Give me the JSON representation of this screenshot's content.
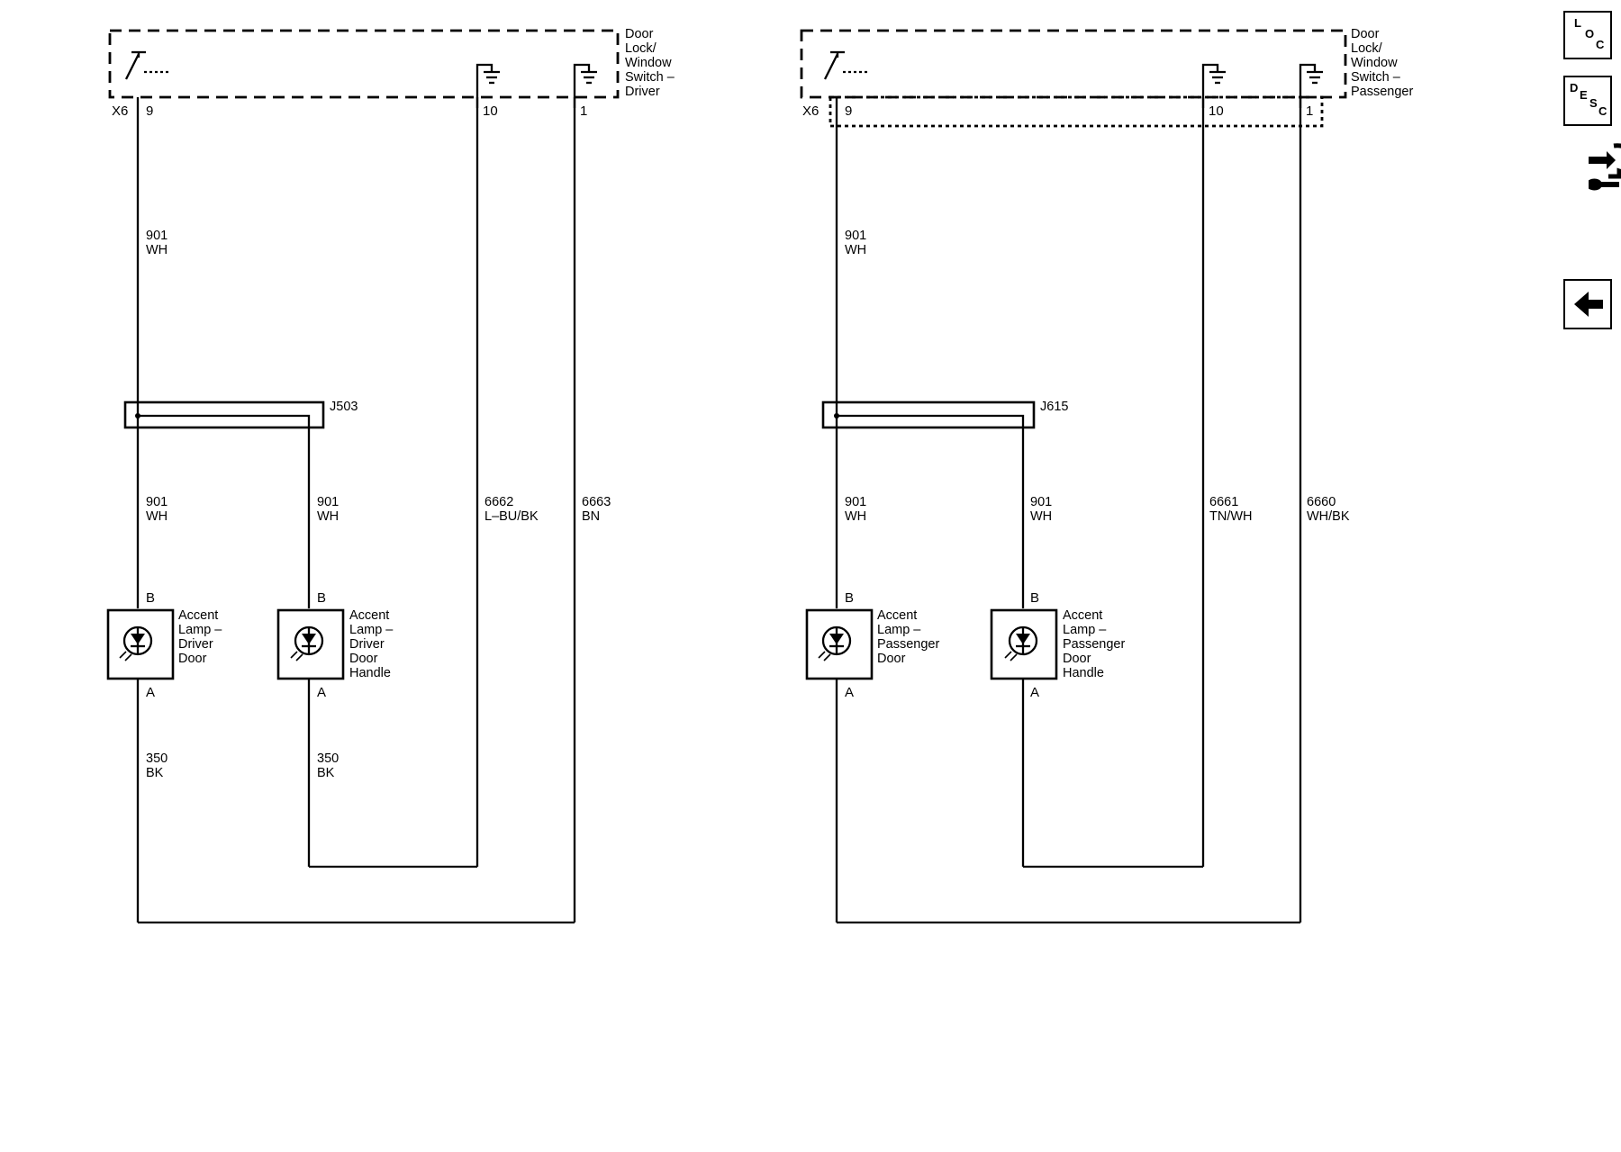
{
  "driver": {
    "switch_name": [
      "Door",
      "Lock/",
      "Window",
      "Switch –",
      "Driver"
    ],
    "connector": "X6",
    "pin_9": "9",
    "pin_10": "10",
    "pin_1": "1",
    "splice": "J503",
    "wire_upper": [
      "901",
      "WH"
    ],
    "wire_left_mid": [
      "901",
      "WH"
    ],
    "wire_right_mid": [
      "901",
      "WH"
    ],
    "wire_10": [
      "6662",
      "L–BU/BK"
    ],
    "wire_1": [
      "6663",
      "BN"
    ],
    "wire_gnd_left": [
      "350",
      "BK"
    ],
    "wire_gnd_right": [
      "350",
      "BK"
    ],
    "lamp1_name": [
      "Accent",
      "Lamp –",
      "Driver",
      "Door"
    ],
    "lamp2_name": [
      "Accent",
      "Lamp –",
      "Driver",
      "Door",
      "Handle"
    ],
    "pin_b": "B",
    "pin_a": "A"
  },
  "passenger": {
    "switch_name": [
      "Door",
      "Lock/",
      "Window",
      "Switch –",
      "Passenger"
    ],
    "connector": "X6",
    "pin_9": "9",
    "pin_10": "10",
    "pin_1": "1",
    "splice": "J615",
    "wire_upper": [
      "901",
      "WH"
    ],
    "wire_left_mid": [
      "901",
      "WH"
    ],
    "wire_right_mid": [
      "901",
      "WH"
    ],
    "wire_10": [
      "6661",
      "TN/WH"
    ],
    "wire_1": [
      "6660",
      "WH/BK"
    ],
    "lamp1_name": [
      "Accent",
      "Lamp –",
      "Passenger",
      "Door"
    ],
    "lamp2_name": [
      "Accent",
      "Lamp –",
      "Passenger",
      "Door",
      "Handle"
    ],
    "pin_b": "B",
    "pin_a": "A"
  },
  "sidebar": {
    "loc": {
      "l1": "L",
      "l2": "O",
      "l3": "C"
    },
    "desc": {
      "l1": "D",
      "l2": "E",
      "l3": "S",
      "l4": "C"
    },
    "icons": [
      "location-icon",
      "description-icon",
      "connector-tool-icon",
      "back-arrow-icon"
    ]
  }
}
